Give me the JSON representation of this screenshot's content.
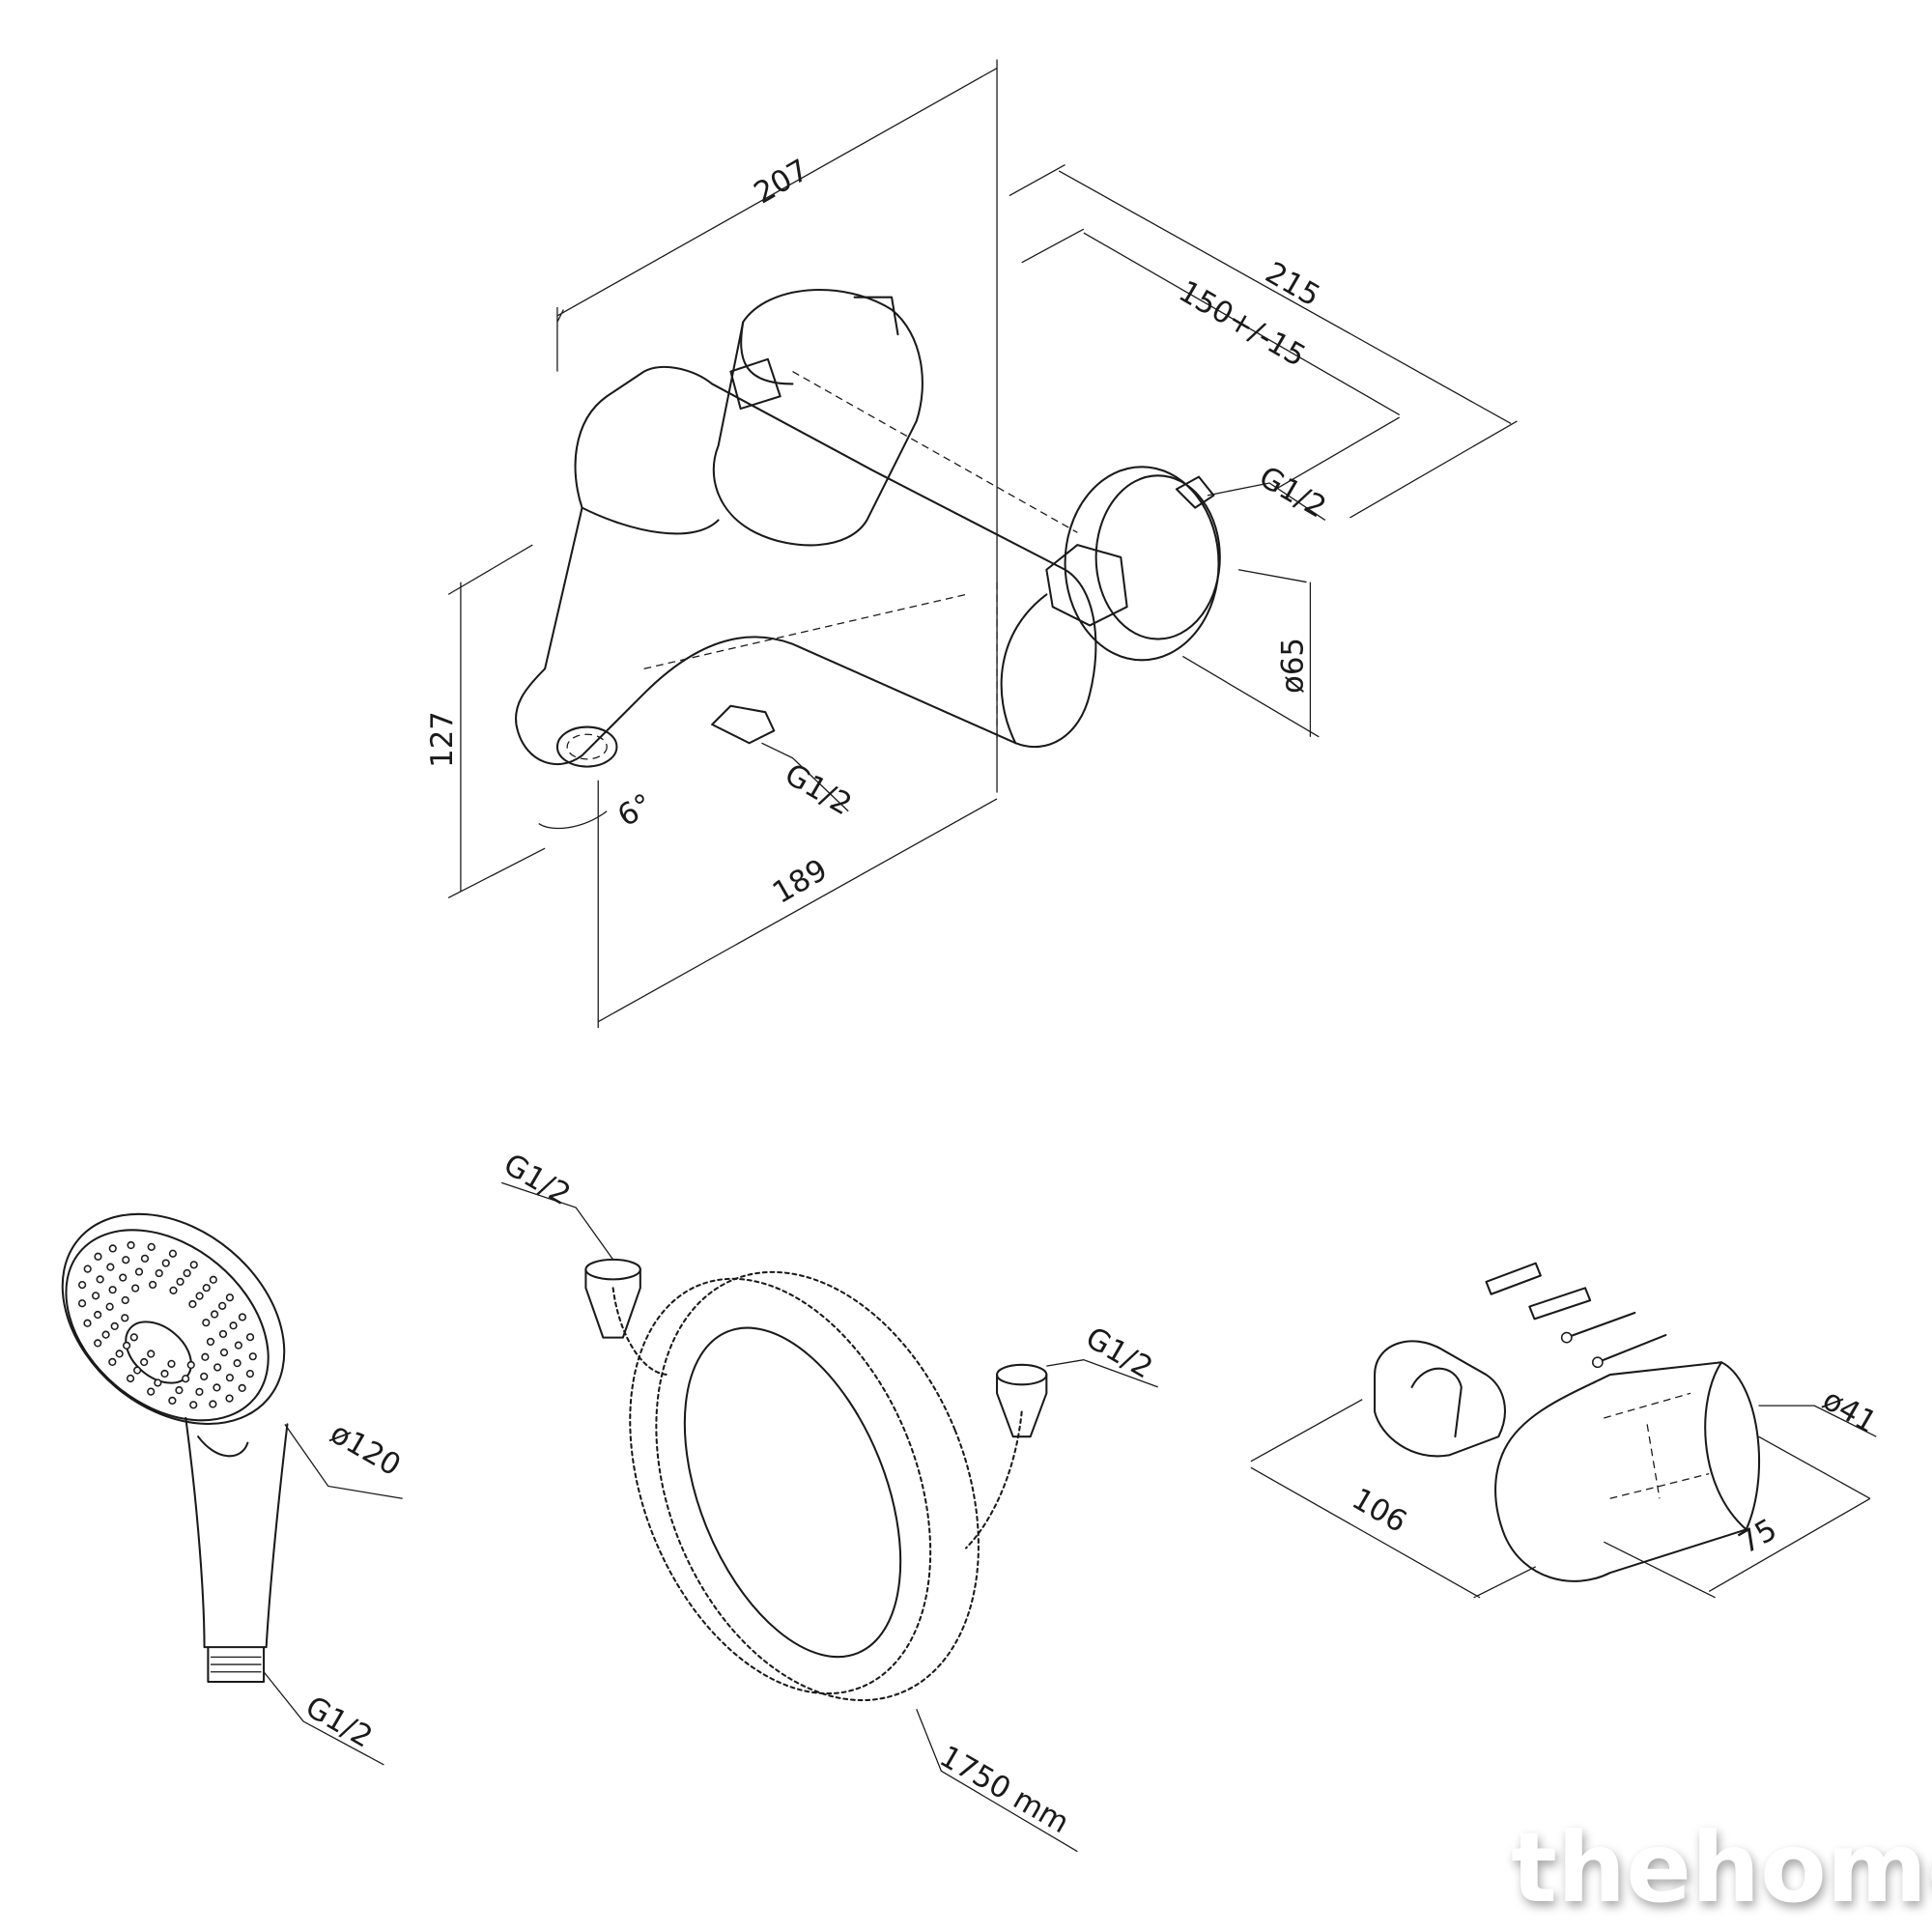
{
  "faucet": {
    "dim_length_total": "207",
    "dim_depth_total": "215",
    "dim_center_distance": "150+/-15",
    "dim_inlet_thread": "G1/2",
    "dim_flange_diameter": "ø65",
    "dim_height": "127",
    "dim_angle": "6°",
    "dim_spout_reach": "189",
    "dim_outlet_thread": "G1/2"
  },
  "hand_shower": {
    "dim_diameter": "ø120",
    "dim_thread": "G1/2"
  },
  "hose": {
    "dim_thread_top": "G1/2",
    "dim_thread_right": "G1/2",
    "dim_length": "1750 mm"
  },
  "holder": {
    "dim_diameter": "ø41",
    "dim_length": "106",
    "dim_width": "75"
  },
  "watermark": "thehome"
}
